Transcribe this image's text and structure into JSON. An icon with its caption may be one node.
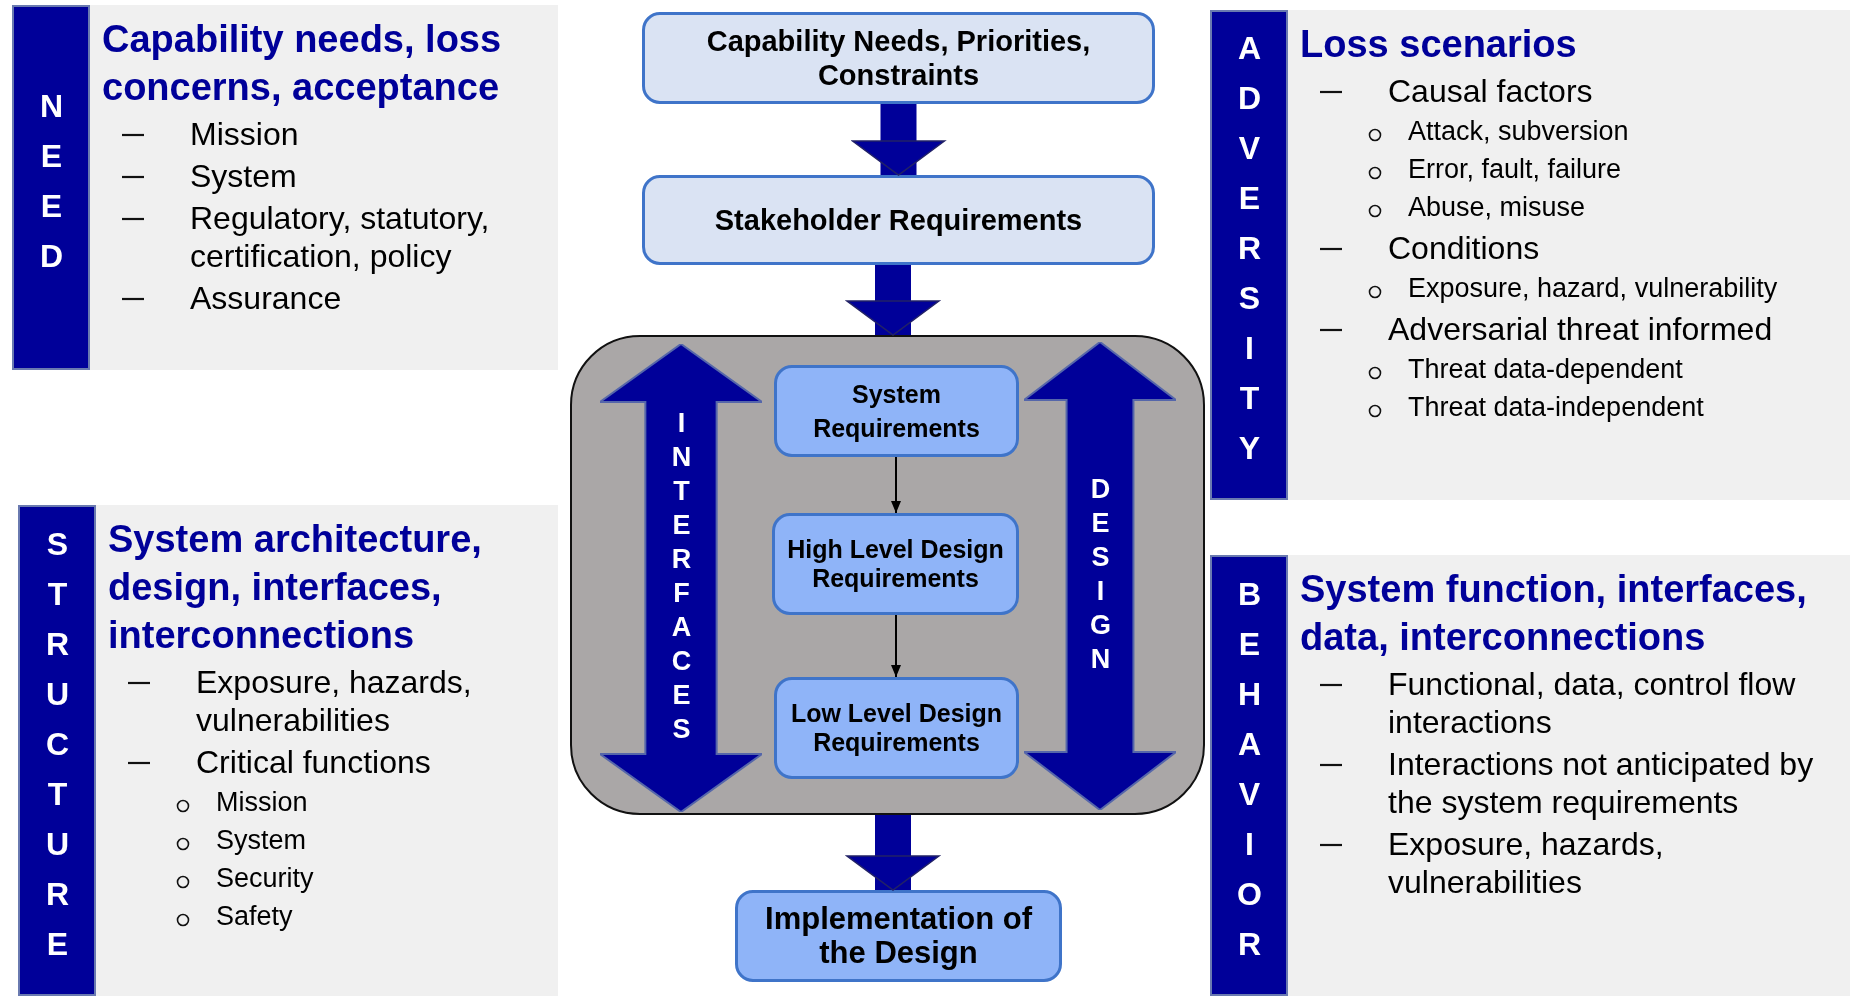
{
  "diagram": {
    "nodes": [
      {
        "text": [
          "NEED"
        ]
      },
      {
        "text": [
          "Capability needs, loss concerns, acceptance",
          "Mission",
          "System",
          "Regulatory, statutory, certification, policy",
          "Assurance"
        ]
      },
      {
        "text": [
          "Capability Needs, Priorities, Constraints"
        ]
      },
      {
        "text": [
          "ADVERSITY"
        ]
      },
      {
        "text": [
          "Loss scenarios",
          "Causal factors",
          "Attack, subversion",
          "Error, fault, failure",
          "Abuse, misuse",
          "Conditions",
          "Exposure, hazard, vulnerability",
          "Adversarial threat informed",
          "Threat data-dependent",
          "Threat data-independent"
        ]
      },
      {
        "text": [
          "Stakeholder Requirements"
        ]
      },
      {
        "text": [],
        "shape": "box"
      },
      {
        "text": [
          "INTERFACES"
        ],
        "in": 6
      },
      {
        "text": [
          "System Requirements"
        ],
        "in": 6
      },
      {
        "text": [
          "High Level Design Requirements"
        ],
        "in": 6
      },
      {
        "text": [
          "Low Level Design Requirements"
        ],
        "in": 6
      },
      {
        "text": [
          "DESIGN"
        ],
        "in": 6
      },
      {
        "text": [
          "STRUCTURE"
        ]
      },
      {
        "text": [
          "System architecture, design, interfaces, interconnections",
          "Exposure, hazards, vulnerabilities",
          "Critical functions",
          "Mission",
          "System",
          "Security",
          "Safety"
        ]
      },
      {
        "text": [
          "BEHAVIOR"
        ]
      },
      {
        "text": [
          "System function, interfaces, data, interconnections",
          "Functional, data, control flow interactions",
          "Interactions not anticipated by the system requirements",
          "Exposure, hazards, vulnerabilities"
        ]
      },
      {
        "text": [
          "Implementation of the Design"
        ]
      }
    ],
    "edges": [
      {
        "from": 2,
        "to": 5,
        "arrow": "to",
        "color": "#000099"
      },
      {
        "from": 5,
        "to": 6,
        "arrow": "to",
        "color": "#000099"
      },
      {
        "from": 8,
        "to": 9,
        "arrow": "to",
        "color": "#000000"
      },
      {
        "from": 9,
        "to": 10,
        "arrow": "to",
        "color": "#000000"
      },
      {
        "from": 6,
        "to": 16,
        "arrow": "to",
        "color": "#000099"
      }
    ]
  }
}
